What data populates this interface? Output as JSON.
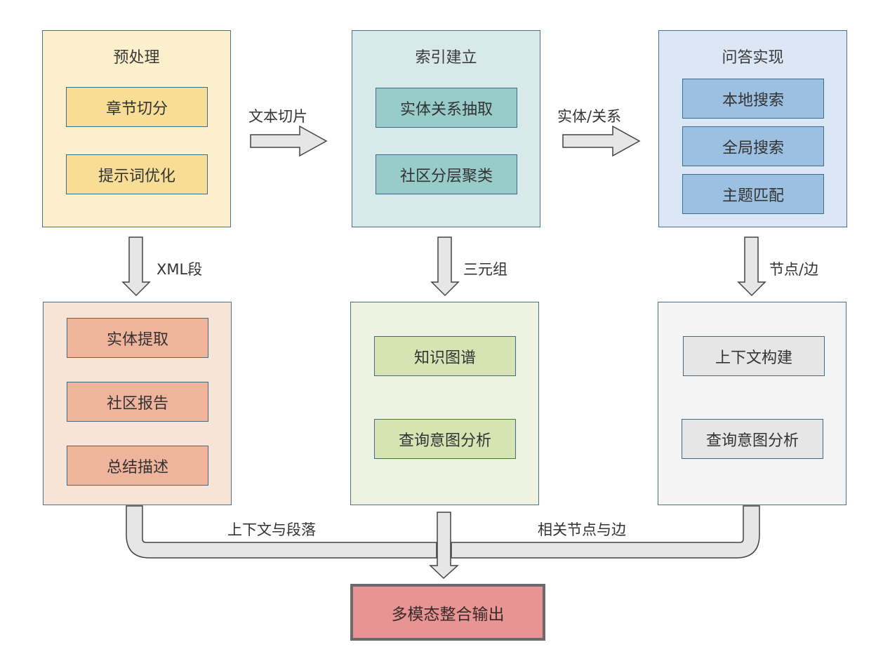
{
  "colors": {
    "preprocess_panel": "#fcefcc",
    "preprocess_item": "#f7dd95",
    "index_panel": "#d8e9e9",
    "index_item": "#97cccb",
    "qa_panel": "#dbe7f4",
    "qa_item": "#9cc0e2",
    "extract_panel": "#f8e4d6",
    "extract_item": "#eeb49c",
    "graph_panel": "#eef3e1",
    "graph_item": "#d6e3b3",
    "context_panel": "#f4f4f4",
    "context_item": "#e6e6e6",
    "arrow_fill": "#e6e6e6",
    "arrow_stroke": "#444444",
    "output_fill": "#e89494",
    "output_border": "#6b6b6b",
    "panel_border": "#4a6f8f"
  },
  "panels": {
    "preprocess": {
      "title": "预处理",
      "items": [
        "章节切分",
        "提示词优化"
      ]
    },
    "index": {
      "title": "索引建立",
      "items": [
        "实体关系抽取",
        "社区分层聚类"
      ]
    },
    "qa": {
      "title": "问答实现",
      "items": [
        "本地搜索",
        "全局搜索",
        "主题匹配"
      ]
    },
    "extract": {
      "items": [
        "实体提取",
        "社区报告",
        "总结描述"
      ]
    },
    "graph": {
      "items": [
        "知识图谱",
        "查询意图分析"
      ]
    },
    "context": {
      "items": [
        "上下文构建",
        "查询意图分析"
      ]
    }
  },
  "arrows": {
    "preprocess_to_index": "文本切片",
    "index_to_qa": "实体/关系",
    "preprocess_to_extract": "XML段",
    "index_to_graph": "三元组",
    "qa_to_context": "节点/边",
    "left_merge": "上下文与段落",
    "right_merge": "相关节点与边"
  },
  "output": {
    "label": "多模态整合输出"
  }
}
